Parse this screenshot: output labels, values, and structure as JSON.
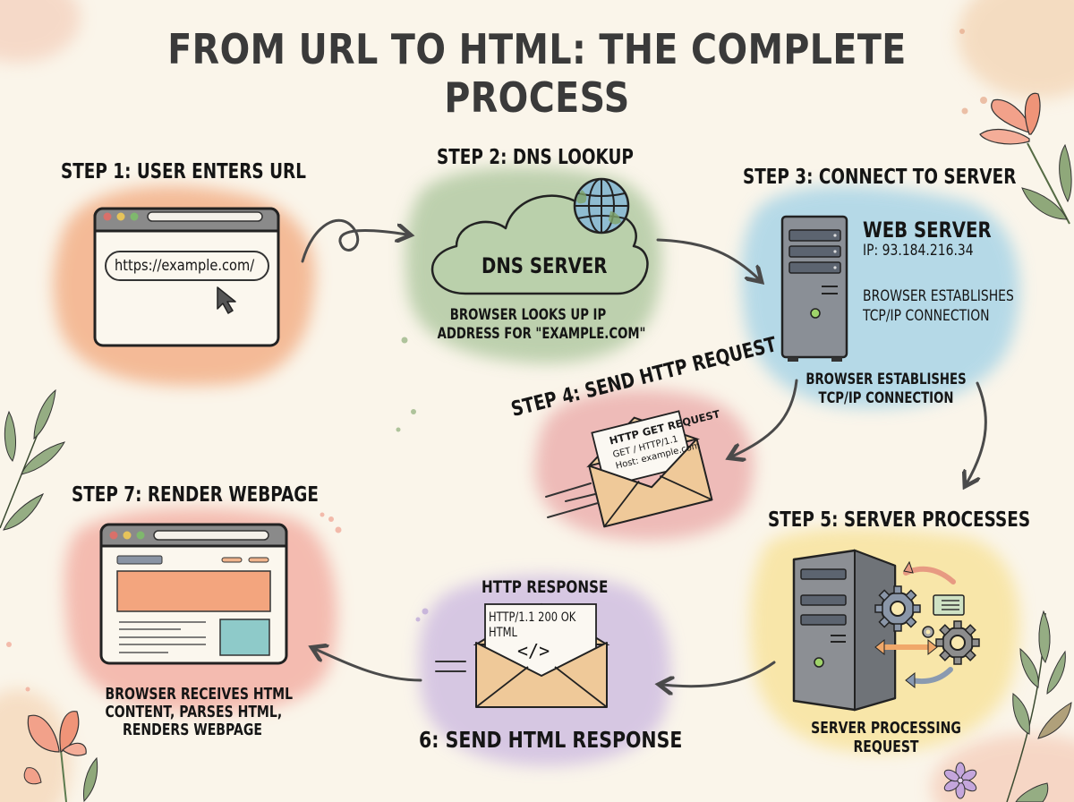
{
  "title": "FROM URL TO HTML: THE COMPLETE PROCESS",
  "steps": [
    {
      "id": 1,
      "heading": "STEP 1: USER ENTERS URL",
      "url": "https://example.com/",
      "icon": "browser-window-icon",
      "color": "#f2a77c"
    },
    {
      "id": 2,
      "heading": "STEP 2: DNS LOOKUP",
      "server_label": "DNS SERVER",
      "caption_lines": [
        "BROWSER LOOKS UP IP",
        "ADDRESS FOR \"EXAMPLE.COM\""
      ],
      "icon": "cloud-globe-icon",
      "color": "#a9c49a"
    },
    {
      "id": 3,
      "heading": "STEP 3: CONNECT TO SERVER",
      "server_label": "WEB SERVER",
      "ip": "IP: 93.184.216.34",
      "detail_lines": [
        "BROWSER ESTABLISHES",
        "TCP/IP CONNECTION"
      ],
      "caption_lines": [
        "BROWSER ESTABLISHES",
        "TCP/IP CONNECTION"
      ],
      "icon": "server-tower-icon",
      "color": "#9fd0e6"
    },
    {
      "id": 4,
      "heading": "STEP 4: SEND HTTP REQUEST",
      "letter_lines": [
        "HTTP GET REQUEST",
        "GET / HTTP/1.1",
        "Host: example.com"
      ],
      "icon": "envelope-icon",
      "color": "#e9a3a3"
    },
    {
      "id": 5,
      "heading": "STEP 5: SERVER PROCESSES",
      "caption_lines": [
        "SERVER PROCESSING",
        "REQUEST"
      ],
      "icon": "server-gears-icon",
      "color": "#f8e08e"
    },
    {
      "id": 6,
      "heading": "6: SEND HTML RESPONSE",
      "envelope_title": "HTTP RESPONSE",
      "letter_lines": [
        "HTTP/1.1 200 OK",
        "HTML",
        "</>"
      ],
      "icon": "envelope-icon",
      "color": "#c8b4e0"
    },
    {
      "id": 7,
      "heading": "STEP 7: RENDER WEBPAGE",
      "caption_lines": [
        "BROWSER RECEIVES HTML",
        "CONTENT, PARSES HTML,",
        "RENDERS WEBPAGE"
      ],
      "icon": "rendered-webpage-icon",
      "color": "#f2a59a"
    }
  ],
  "flow": [
    "1 → 2",
    "2 → 3",
    "3 → 4",
    "3 → 5",
    "5 → 6",
    "6 → 7"
  ]
}
